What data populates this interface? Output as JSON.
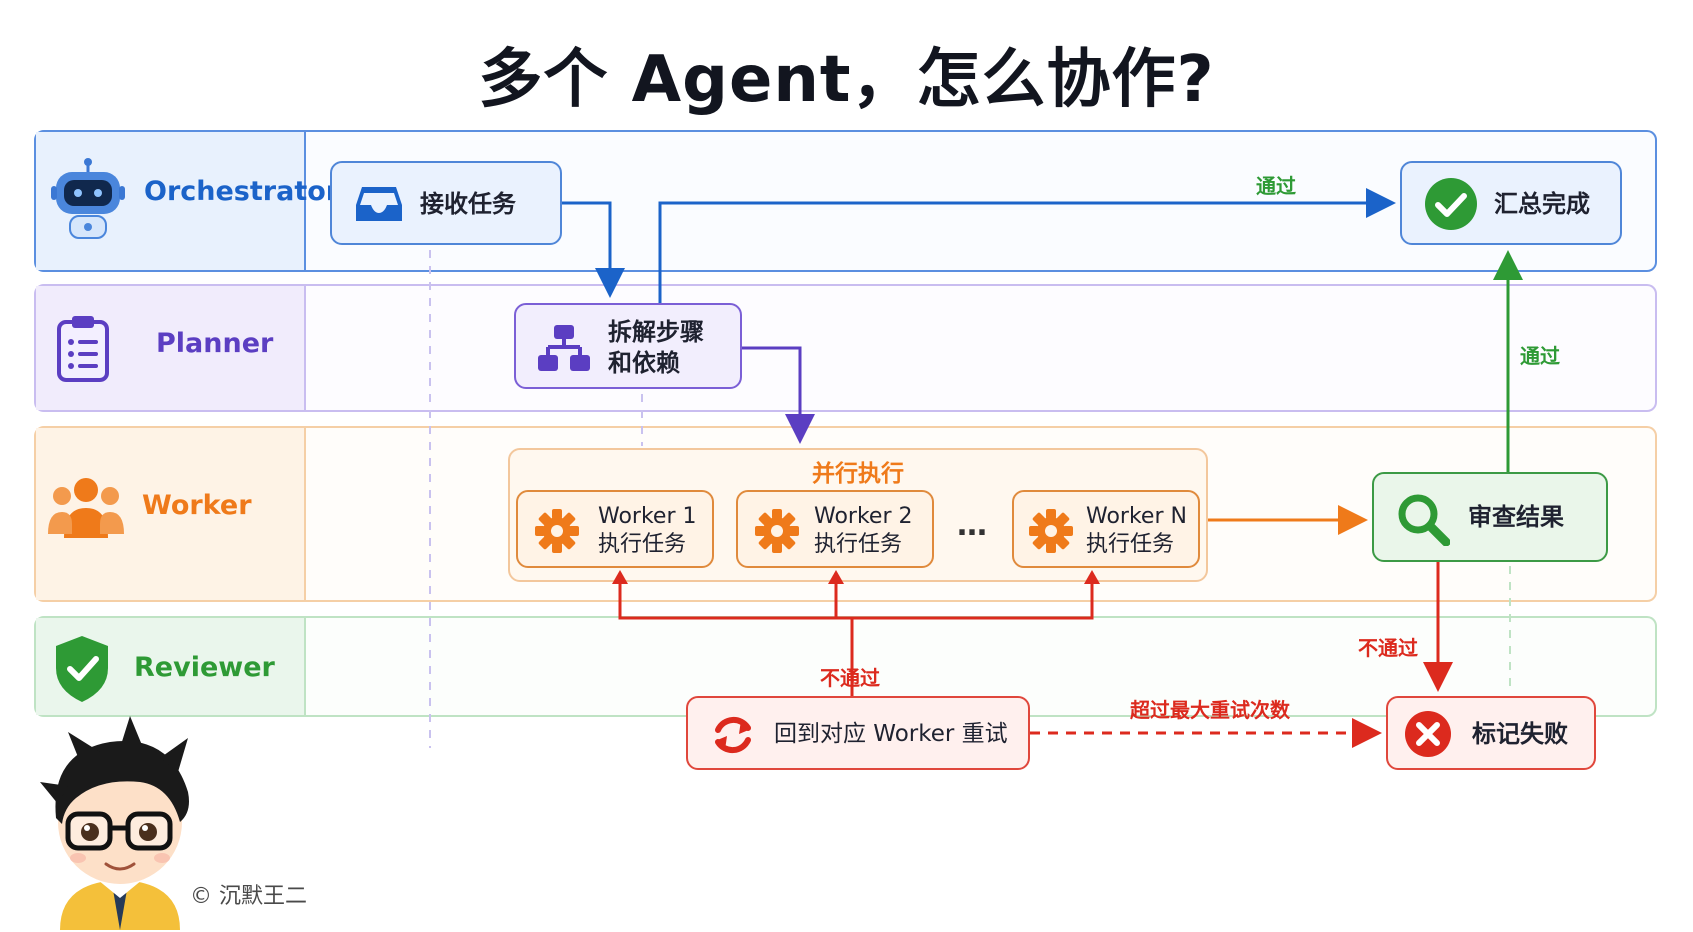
{
  "title": "多个 Agent，怎么协作?",
  "lanes": {
    "orchestrator": "Orchestrator",
    "planner": "Planner",
    "worker": "Worker",
    "reviewer": "Reviewer"
  },
  "nodes": {
    "receive": "接收任务",
    "decompose_line1": "拆解步骤",
    "decompose_line2": "和依赖",
    "parallel_title": "并行执行",
    "workers": [
      {
        "name": "Worker 1",
        "task": "执行任务"
      },
      {
        "name": "Worker 2",
        "task": "执行任务"
      },
      {
        "name": "Worker N",
        "task": "执行任务"
      }
    ],
    "ellipsis": "…",
    "review": "审查结果",
    "done": "汇总完成",
    "retry": "回到对应 Worker 重试",
    "fail": "标记失败"
  },
  "edge_labels": {
    "pass_top": "通过",
    "pass_right": "通过",
    "fail_review": "不通过",
    "fail_retry": "不通过",
    "max_retry": "超过最大重试次数"
  },
  "watermark": "© 沉默王二",
  "colors": {
    "blue": "#1b63c9",
    "purple": "#5b3ec2",
    "orange": "#ef7a1a",
    "green": "#2e9a35",
    "red": "#dc2a1e"
  },
  "icons": {
    "orchestrator": "robot-icon",
    "planner": "clipboard-list-icon",
    "worker": "people-group-icon",
    "reviewer": "shield-check-icon",
    "receive": "inbox-tray-icon",
    "decompose": "hierarchy-icon",
    "worker_task": "gear-icon",
    "review": "search-icon",
    "done": "check-circle-icon",
    "retry": "refresh-icon",
    "fail": "x-circle-icon"
  }
}
